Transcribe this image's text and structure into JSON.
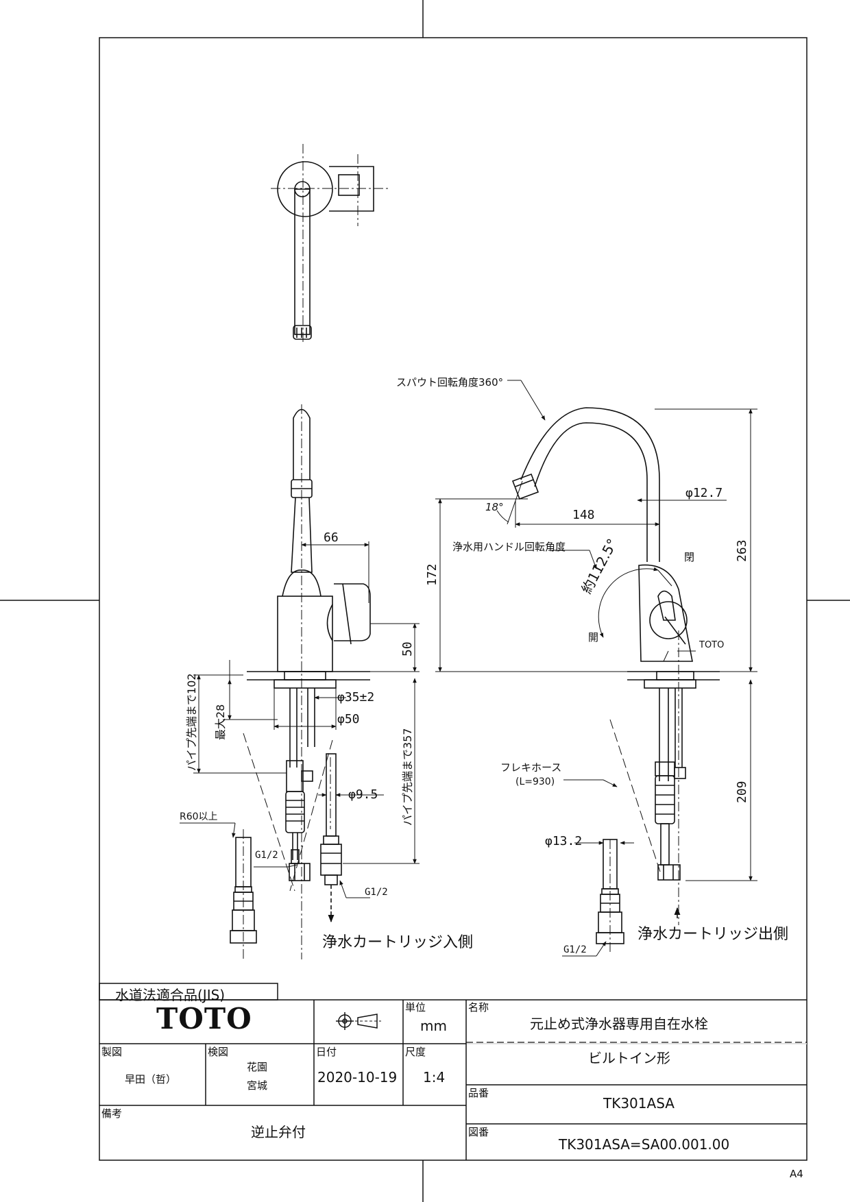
{
  "annotations": {
    "spout_rotation": "スパウト回転角度360°",
    "handle_rotation": "浄水用ハンドル回転角度",
    "approx_angle": "約112.5°",
    "open_upper": "閉",
    "open_lower": "開",
    "toto_mark": "TOTO",
    "flexi_hose": "フレキホース",
    "flexi_length": "(L=930)",
    "r60": "R60以上",
    "g12_a": "G1/2",
    "g12_b": "G1/2",
    "g12_c": "G1/2",
    "cartridge_in": "浄水カートリッジ入側",
    "cartridge_out": "浄水カートリッジ出側",
    "pipe_tip_102": "パイプ先端まで102",
    "pipe_tip_357": "パイプ先端まで357",
    "max_28": "最大28",
    "angle_18": "18°"
  },
  "dimensions": {
    "d66": "66",
    "d50_height": "50",
    "d35": "φ35±2",
    "d50": "φ50",
    "d9_5": "φ9.5",
    "d12_7": "φ12.7",
    "d148": "148",
    "d172": "172",
    "d263": "263",
    "d209": "209",
    "d13_2": "φ13.2"
  },
  "title_block": {
    "compliance": "水道法適合品(JIS)",
    "logo": "TOTO",
    "unit_label": "単位",
    "unit_value": "mm",
    "name_label": "名称",
    "name_line1": "元止め式浄水器専用自在水栓",
    "name_line2": "ビルトイン形",
    "drawn_label": "製図",
    "drawn_by": "早田（哲）",
    "checked_label": "検図",
    "checked_by_1": "花園",
    "checked_by_2": "宮城",
    "date_label": "日付",
    "date_value": "2020-10-19",
    "scale_label": "尺度",
    "scale_value": "1:4",
    "product_label": "品番",
    "product_value": "TK301ASA",
    "remarks_label": "備考",
    "remarks_value": "逆止弁付",
    "drawing_label": "図番",
    "drawing_value": "TK301ASA=SA00.001.00"
  },
  "sheet_size": "A4"
}
